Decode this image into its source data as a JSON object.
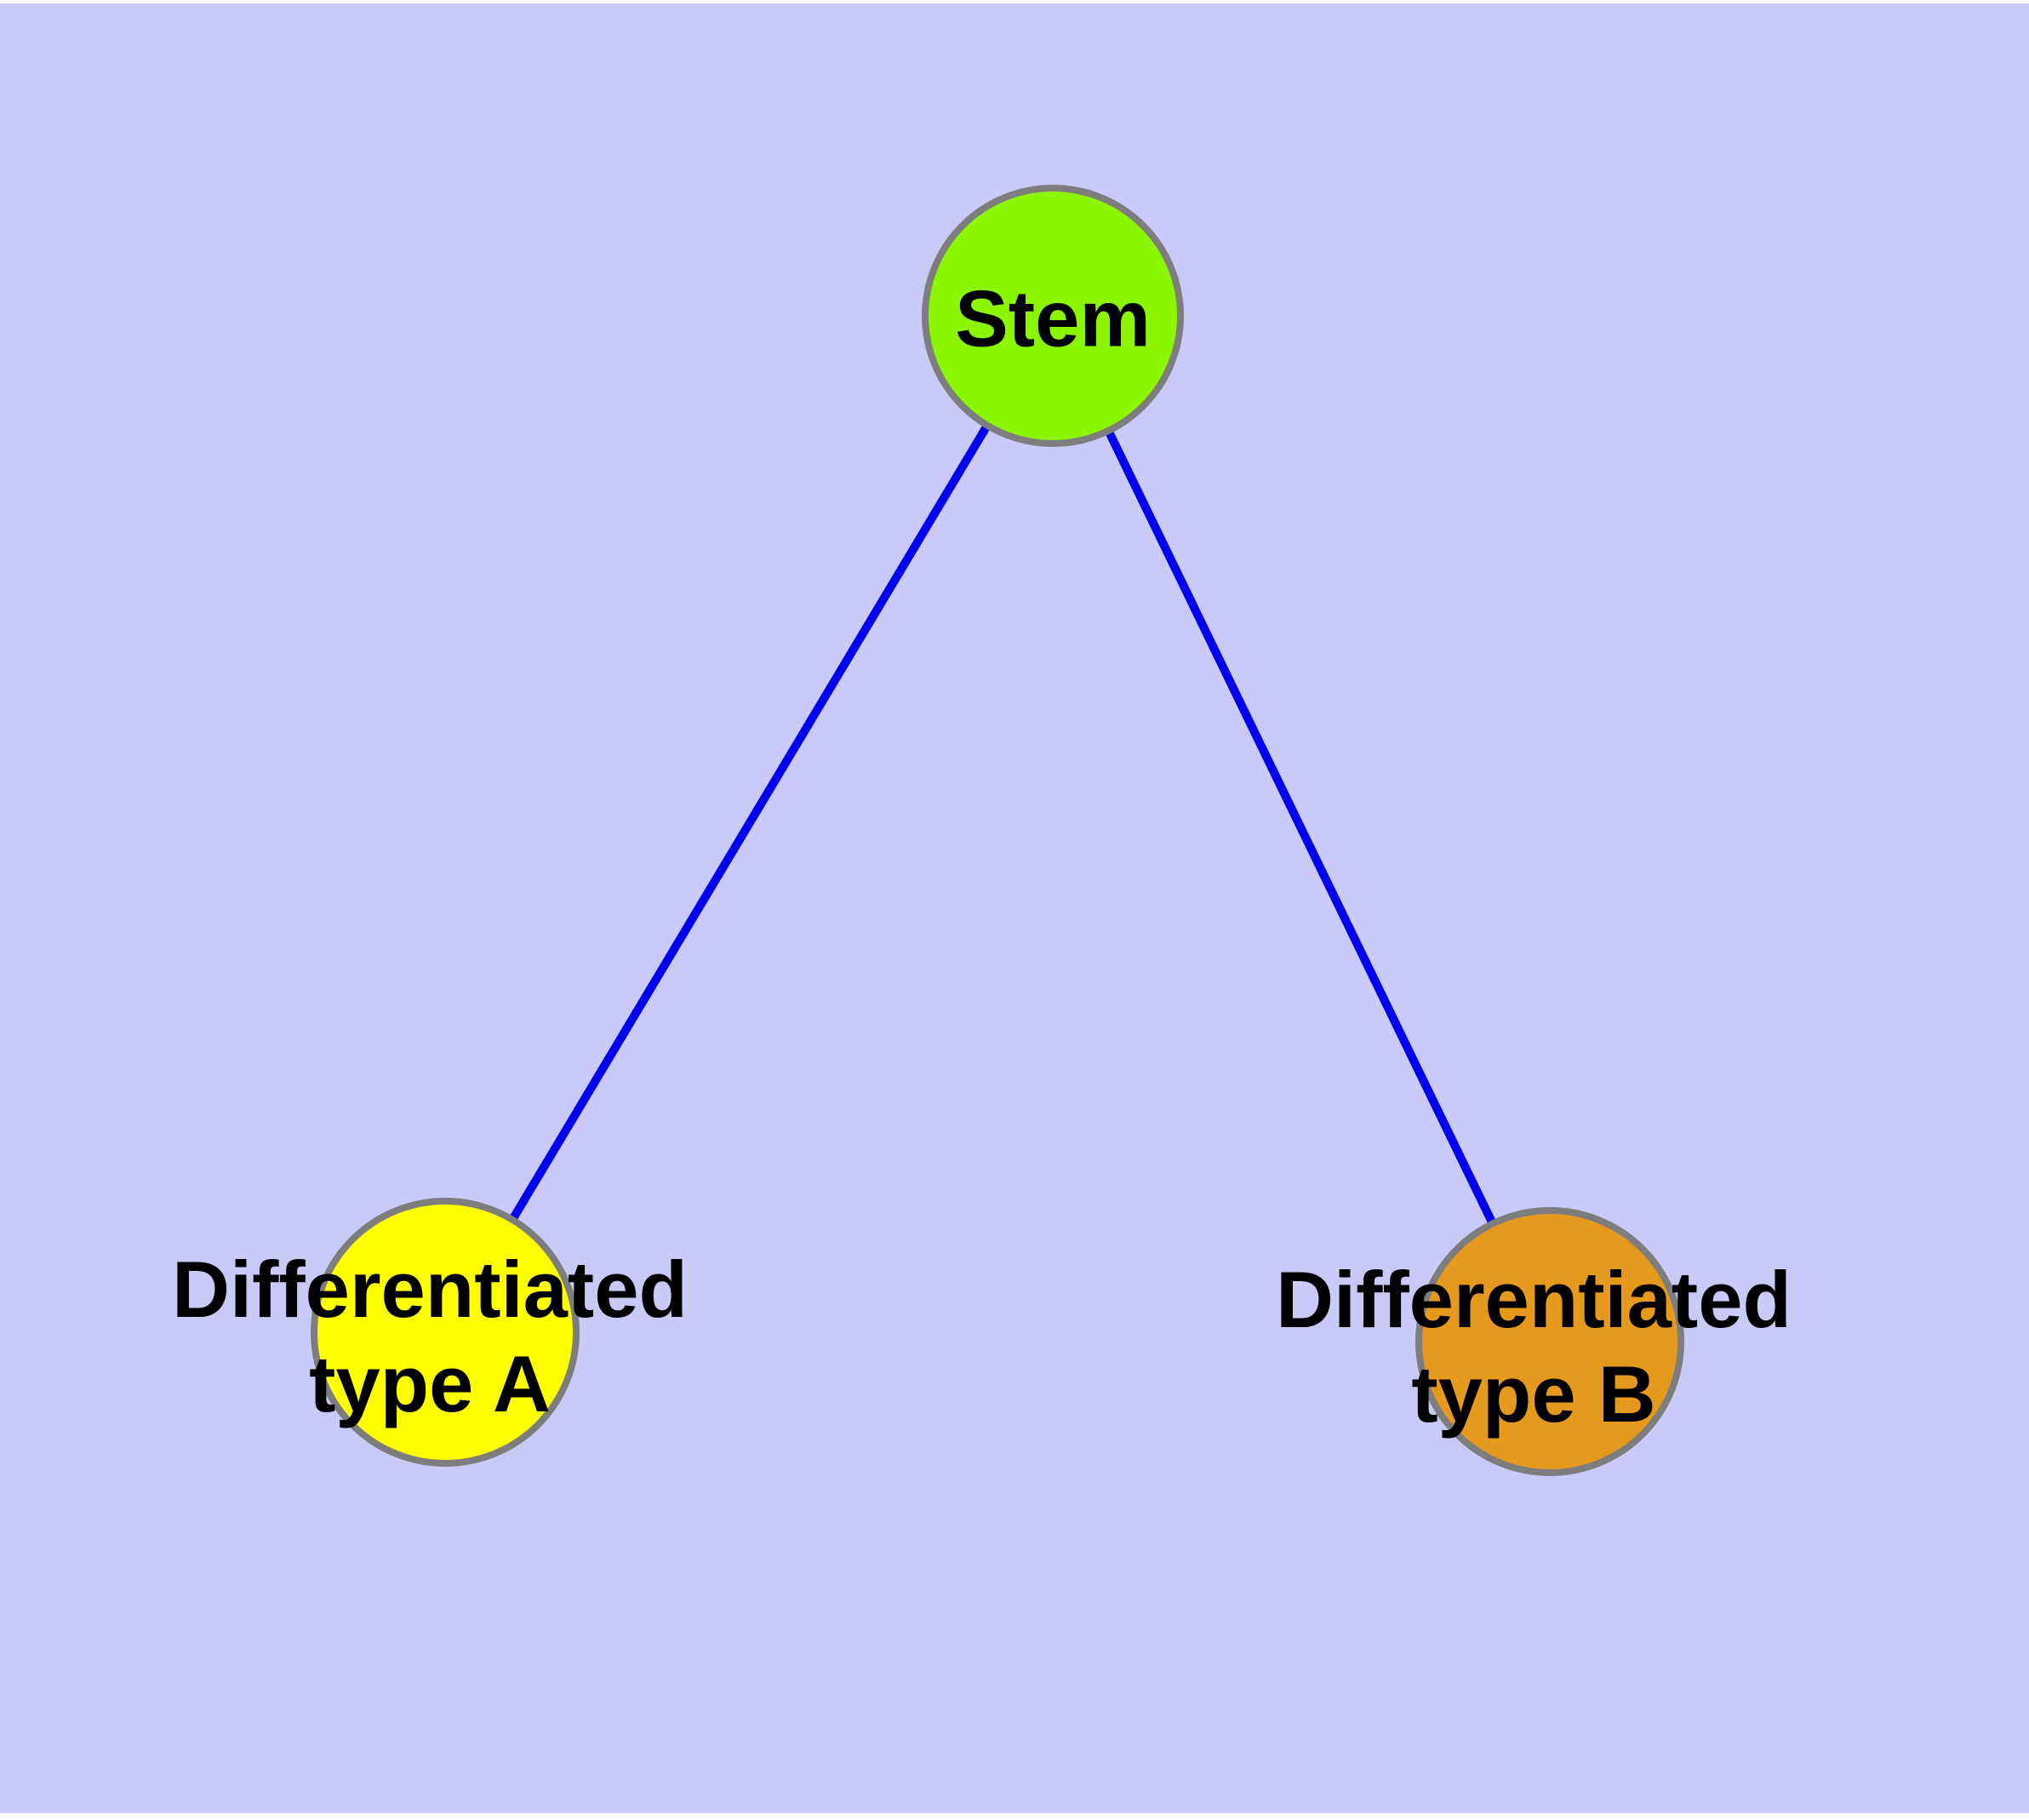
{
  "diagram": {
    "type": "node-link-graph",
    "background_color": "#cacaf8",
    "margin_color": "#ffffff",
    "edge_color": "#0000ee",
    "node_border_color": "#7d7d7d",
    "label_color": "#000000",
    "nodes": [
      {
        "id": "stem",
        "label": "Stem",
        "fill": "#8cf500"
      },
      {
        "id": "differentiated-type-a",
        "label_line1": "Differentiated",
        "label_line2": "type A",
        "fill": "#ffff00"
      },
      {
        "id": "differentiated-type-b",
        "label_line1": "Differentiated",
        "label_line2": "type B",
        "fill": "#e69a1d"
      }
    ],
    "edges": [
      {
        "from": "stem",
        "to": "differentiated-type-a"
      },
      {
        "from": "stem",
        "to": "differentiated-type-b"
      }
    ]
  }
}
